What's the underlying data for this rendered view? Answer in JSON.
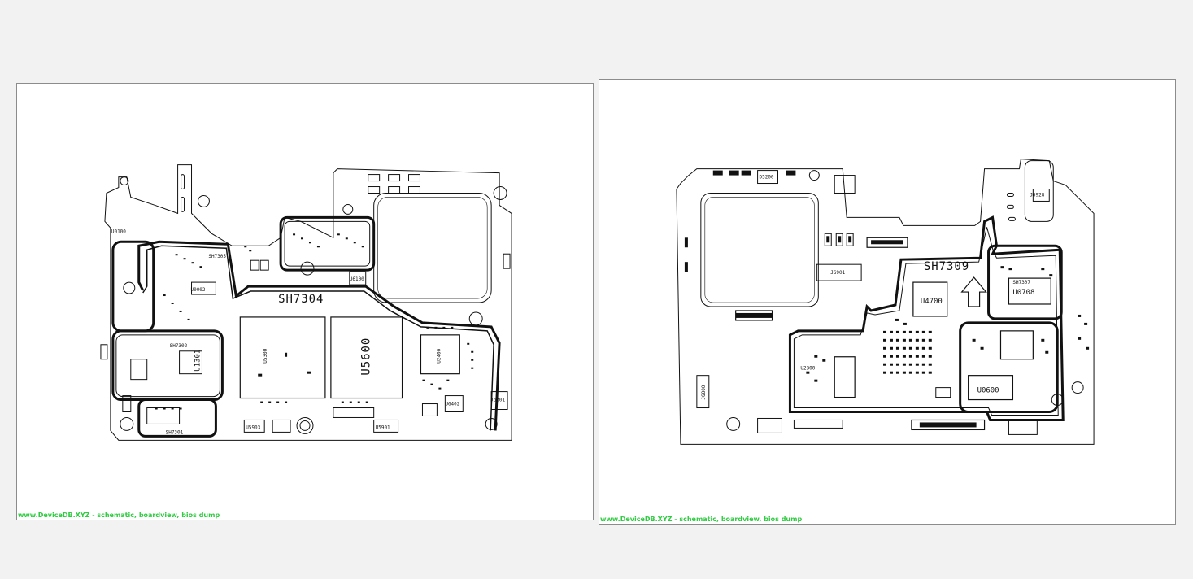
{
  "watermark": "www.DeviceDB.XYZ - schematic, boardview, bios dump",
  "colors": {
    "background": "#f2f2f2",
    "sheet": "#ffffff",
    "ink": "#111111",
    "watermark": "#2ecc40"
  },
  "left_board": {
    "labels": {
      "sh7304": "SH7304",
      "sh7305": "SH7305",
      "sh7302": "SH7302",
      "sh7301": "SH7301",
      "u5600": "U5600",
      "u0100": "U0100",
      "u1301": "U1301",
      "u2400": "U2400",
      "u6100": "U6100",
      "u5903": "U5903",
      "u5901": "U5901",
      "j6301": "J6301",
      "u0002": "U0002",
      "u6402": "U6402",
      "u5300": "U5300"
    }
  },
  "right_board": {
    "labels": {
      "sh7309": "SH7309",
      "sh7307": "SH7307",
      "u4700": "U4700",
      "u0708": "U0708",
      "u0600": "U0600",
      "j6928": "J6928",
      "j6901": "J6901",
      "d5200": "D5200",
      "u2300": "U2300",
      "j6800": "J6800"
    }
  }
}
